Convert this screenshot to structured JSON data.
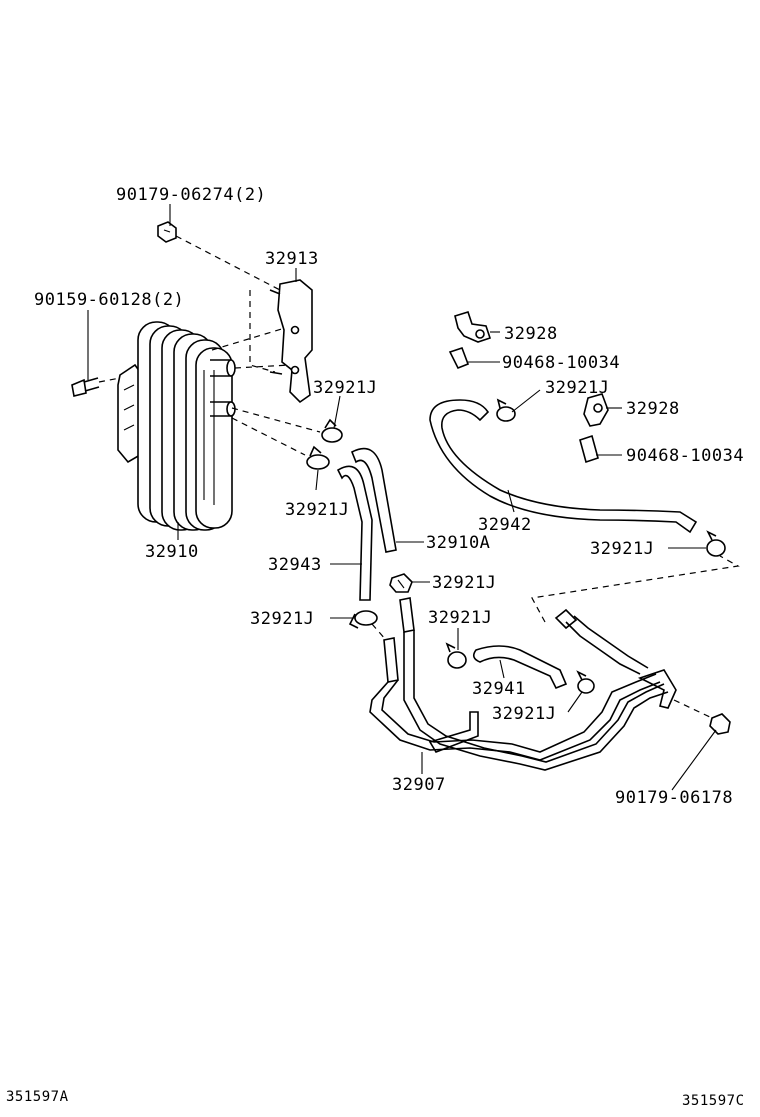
{
  "labels": {
    "bolt_top": "90179-06274(2)",
    "bracket": "32913",
    "bolt_left": "90159-60128(2)",
    "clamp_upper": "32921J",
    "clamp_lower_left": "32921J",
    "cooler": "32910",
    "hose_910a": "32910A",
    "hose_943": "32943",
    "clamp_mid": "32921J",
    "clamp_left": "32921J",
    "clip_top": "32928",
    "bolt_clip_top": "90468-10034",
    "clamp_hose942": "32921J",
    "clip_right": "32928",
    "bolt_clip_right": "90468-10034",
    "hose_942": "32942",
    "clamp_right": "32921J",
    "clamp_center": "32921J",
    "hose_941": "32941",
    "clamp_lower_center": "32921J",
    "pipe": "32907",
    "nut_right": "90179-06178",
    "ref_left": "351597A",
    "ref_right": "351597C"
  }
}
